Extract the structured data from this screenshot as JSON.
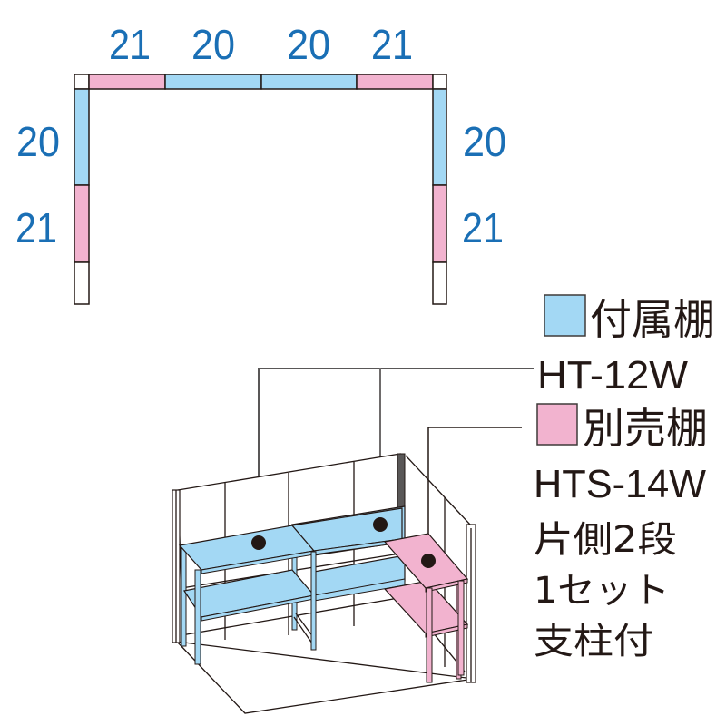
{
  "colors": {
    "attached_shelf": "#a3d8f4",
    "optional_shelf": "#f2b3cf",
    "dimension_text": "#1a6fb5",
    "line": "#231815"
  },
  "plan_view": {
    "top_dimensions": [
      "21",
      "20",
      "20",
      "21"
    ],
    "left_dimensions": [
      "20",
      "21"
    ],
    "right_dimensions": [
      "20",
      "21"
    ],
    "top_segments": [
      "white",
      "pink",
      "blue",
      "blue",
      "pink",
      "white"
    ],
    "side_segments": [
      "white",
      "blue",
      "pink",
      "white"
    ]
  },
  "legend": {
    "attached": {
      "swatch": "blue",
      "label": "付属棚",
      "model": "HT-12W"
    },
    "optional": {
      "swatch": "pink",
      "label": "別売棚",
      "model": "HTS-14W",
      "notes": [
        "片側2段",
        "1セット",
        "支柱付"
      ]
    }
  }
}
